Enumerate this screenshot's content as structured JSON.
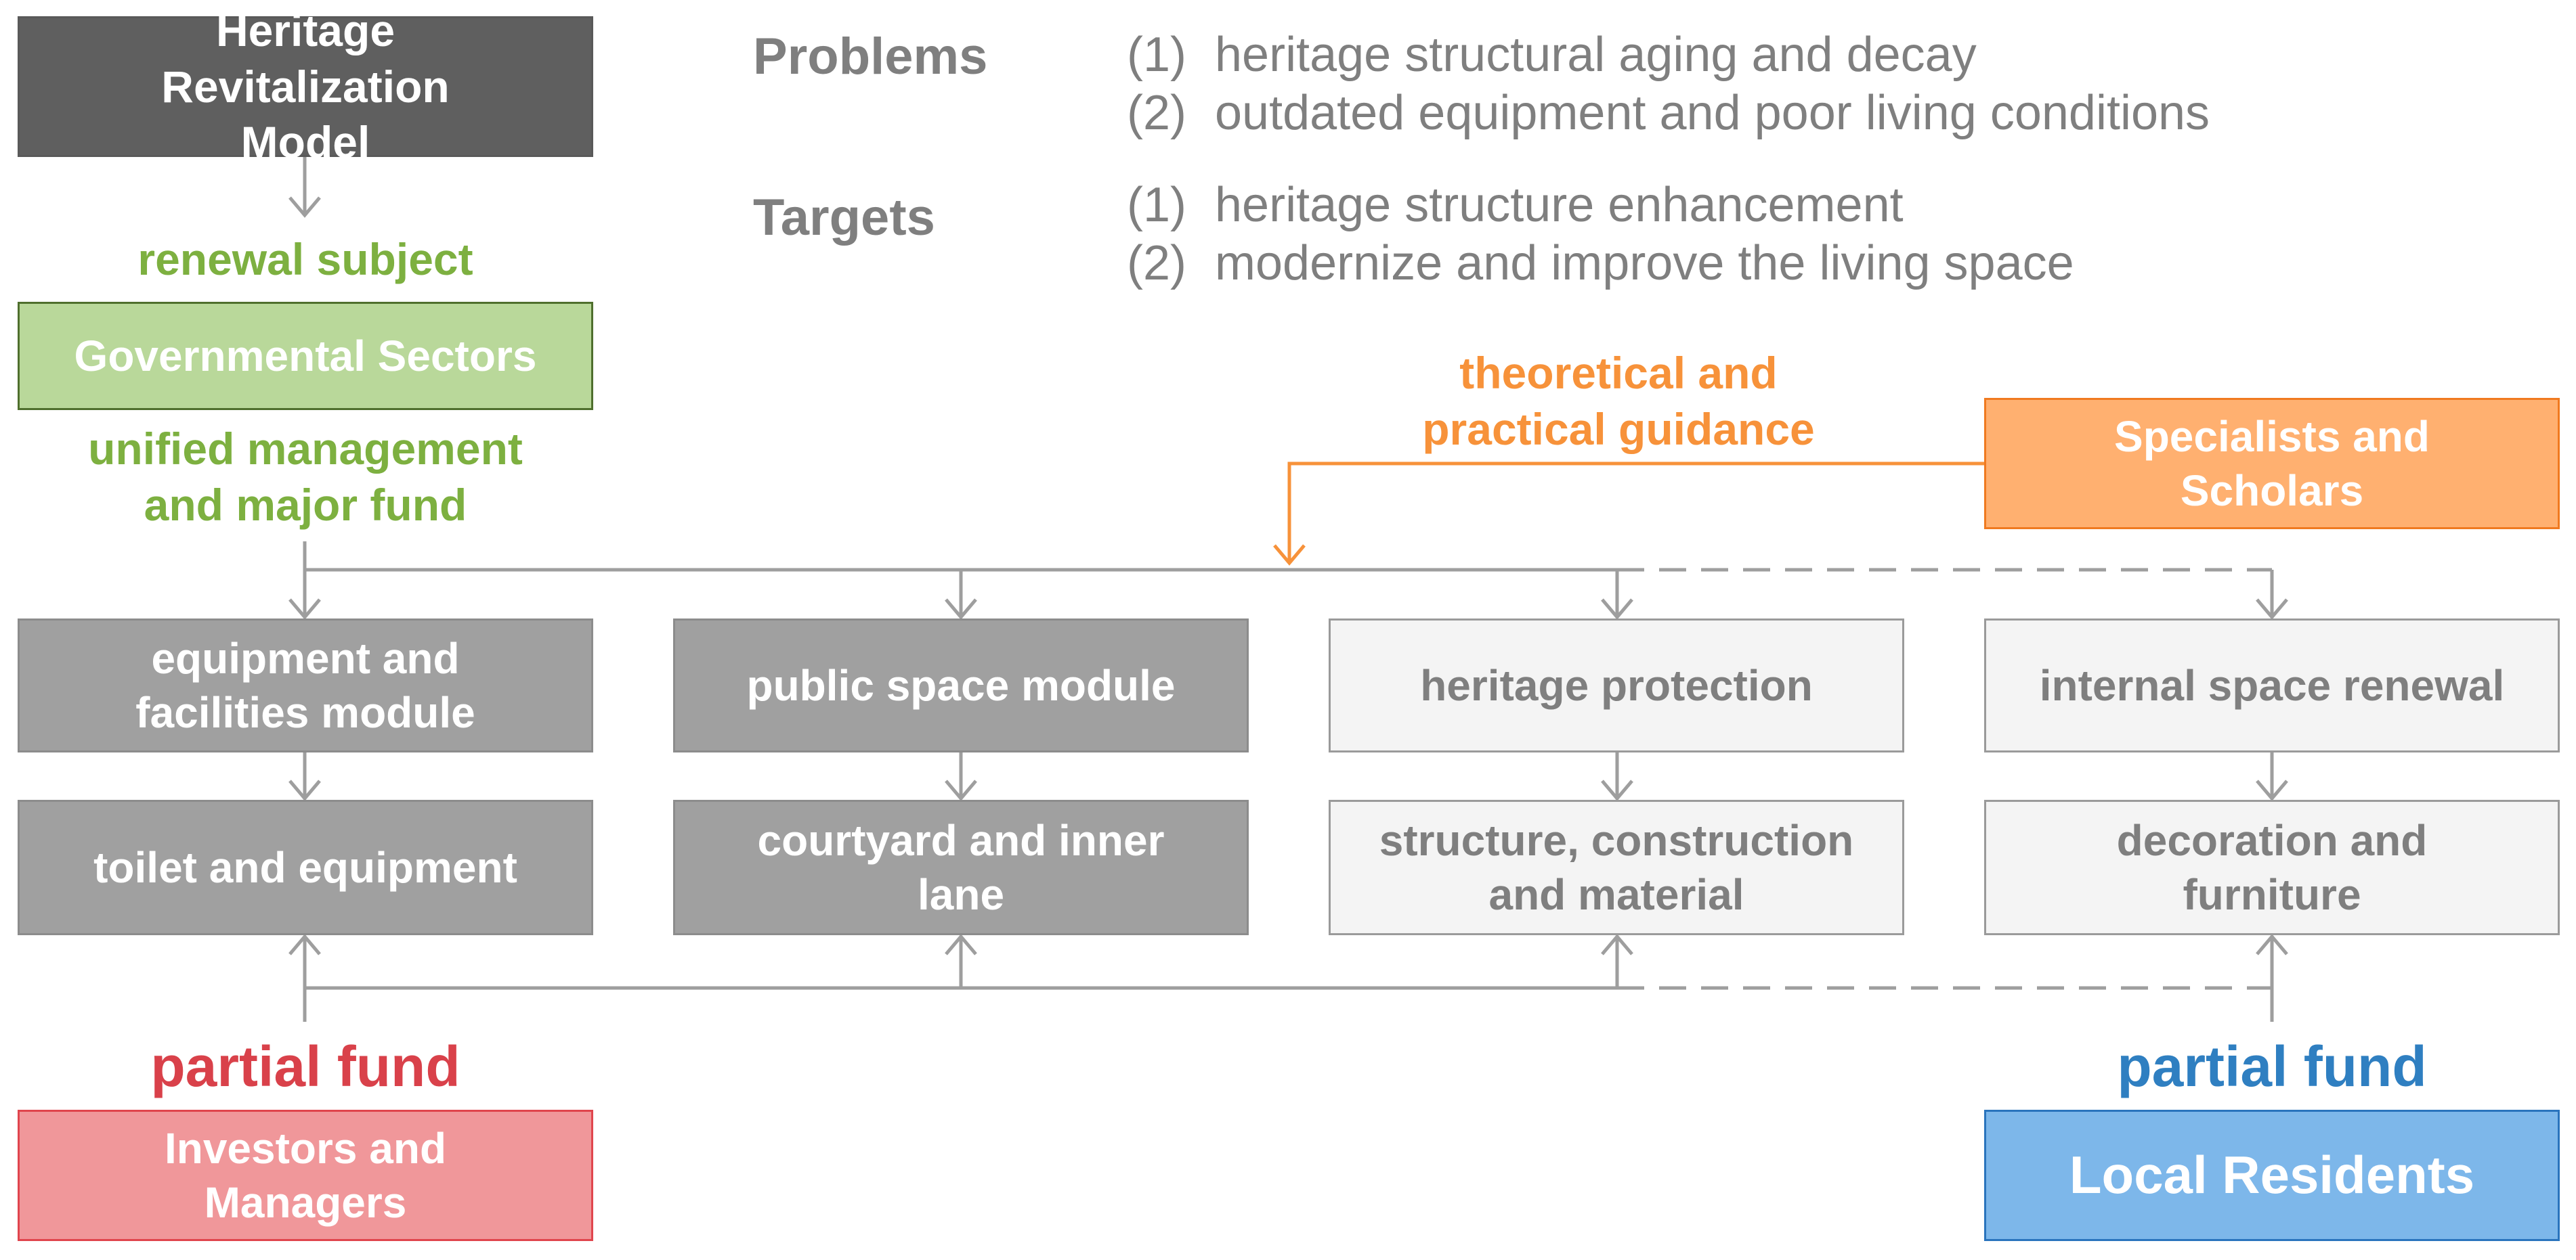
{
  "model": {
    "title": "Heritage Revitalization Model"
  },
  "info": {
    "problems_heading": "Problems",
    "problems": [
      {
        "num": "(1)",
        "text": "heritage structural aging and decay"
      },
      {
        "num": "(2)",
        "text": "outdated equipment and poor living conditions"
      }
    ],
    "targets_heading": "Targets",
    "targets": [
      {
        "num": "(1)",
        "text": "heritage structure enhancement"
      },
      {
        "num": "(2)",
        "text": "modernize and improve the living space"
      }
    ]
  },
  "actors": {
    "government": {
      "role": "renewal subject",
      "name": "Governmental Sectors",
      "contribution_line1": "unified management",
      "contribution_line2": "and major fund"
    },
    "specialists": {
      "name_line1": "Specialists and",
      "name_line2": "Scholars",
      "contribution_line1": "theoretical and",
      "contribution_line2": "practical guidance"
    },
    "investors": {
      "contribution": "partial fund",
      "name_line1": "Investors and",
      "name_line2": "Managers"
    },
    "residents": {
      "contribution": "partial fund",
      "name": "Local Residents"
    }
  },
  "modules": [
    {
      "title_line1": "equipment and",
      "title_line2": "facilities module",
      "sub_line1": "toilet and equipment",
      "sub_line2": ""
    },
    {
      "title_line1": "public space module",
      "title_line2": "",
      "sub_line1": "courtyard and inner",
      "sub_line2": "lane"
    },
    {
      "title_line1": "heritage protection",
      "title_line2": "",
      "sub_line1": "structure, construction",
      "sub_line2": "and material"
    },
    {
      "title_line1": "internal space renewal",
      "title_line2": "",
      "sub_line1": "decoration and",
      "sub_line2": "furniture"
    }
  ],
  "colors": {
    "green": "#7db040",
    "orange": "#f7923a",
    "red": "#d9414a",
    "blue": "#2f7fc1",
    "line": "#9e9e9e"
  }
}
